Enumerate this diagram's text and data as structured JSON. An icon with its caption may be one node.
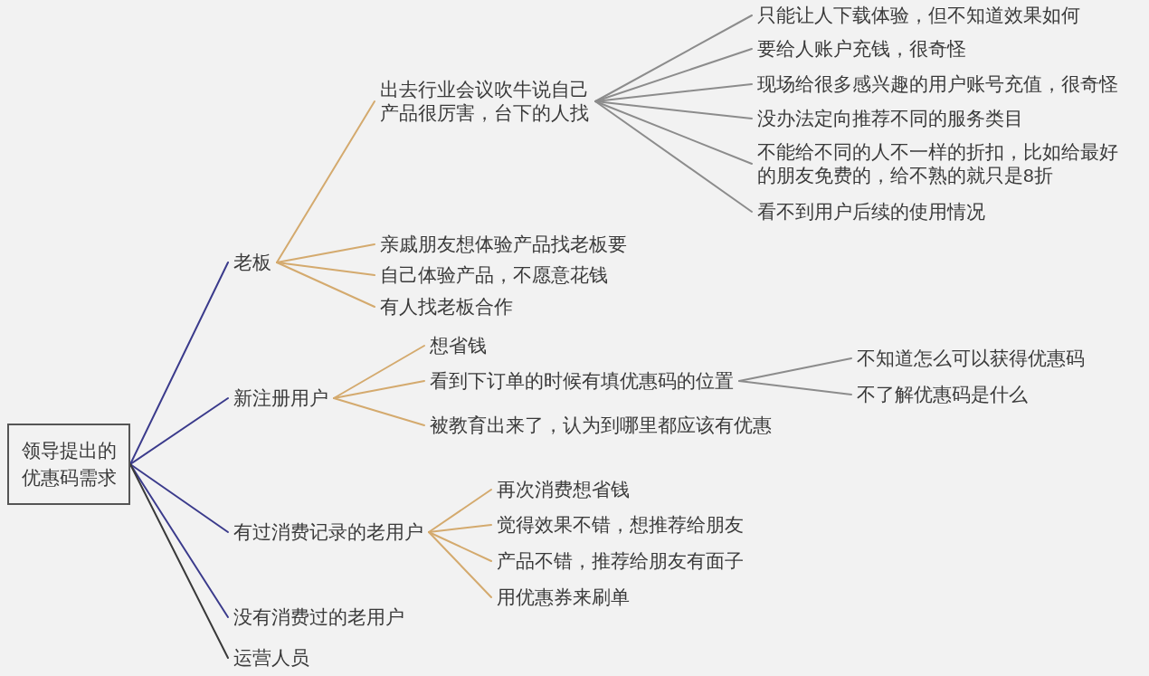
{
  "diagram": {
    "nodes": [
      {
        "text": [
          "领导提出的优惠码需求"
        ]
      },
      {
        "text": [
          "老板"
        ]
      },
      {
        "text": [
          "出去行业会议吹牛说自己产品很厉害，台下的人找"
        ]
      },
      {
        "text": [
          "只能让人下载体验，但不知道效果如何"
        ]
      },
      {
        "text": [
          "要给人账户充钱，很奇怪"
        ]
      },
      {
        "text": [
          "现场给很多感兴趣的用户账号充值，很奇怪"
        ]
      },
      {
        "text": [
          "没办法定向推荐不同的服务类目"
        ]
      },
      {
        "text": [
          "不能给不同的人不一样的折扣，比如给最好的朋友免费的，给不熟的就只是8折"
        ]
      },
      {
        "text": [
          "看不到用户后续的使用情况"
        ]
      },
      {
        "text": [
          "亲戚朋友想体验产品找老板要"
        ]
      },
      {
        "text": [
          "自己体验产品，不愿意花钱"
        ]
      },
      {
        "text": [
          "有人找老板合作"
        ]
      },
      {
        "text": [
          "新注册用户"
        ]
      },
      {
        "text": [
          "想省钱"
        ]
      },
      {
        "text": [
          "看到下订单的时候有填优惠码的位置"
        ]
      },
      {
        "text": [
          "不知道怎么可以获得优惠码"
        ]
      },
      {
        "text": [
          "不了解优惠码是什么"
        ]
      },
      {
        "text": [
          "被教育出来了，认为到哪里都应该有优惠"
        ]
      },
      {
        "text": [
          "有过消费记录的老用户"
        ]
      },
      {
        "text": [
          "再次消费想省钱"
        ]
      },
      {
        "text": [
          "觉得效果不错，想推荐给朋友"
        ]
      },
      {
        "text": [
          "产品不错，推荐给朋友有面子"
        ]
      },
      {
        "text": [
          "用优惠券来刷单"
        ]
      },
      {
        "text": [
          "没有消费过的老用户"
        ]
      },
      {
        "text": [
          "运营人员"
        ]
      }
    ],
    "edges": [
      {
        "from": 0,
        "to": 1,
        "arrow": "none",
        "color": "#3b3b8c"
      },
      {
        "from": 0,
        "to": 12,
        "arrow": "none",
        "color": "#3b3b8c"
      },
      {
        "from": 0,
        "to": 18,
        "arrow": "none",
        "color": "#3b3b8c"
      },
      {
        "from": 0,
        "to": 23,
        "arrow": "none",
        "color": "#3b3b8c"
      },
      {
        "from": 0,
        "to": 24,
        "arrow": "none",
        "color": "#3a3a3a"
      },
      {
        "from": 1,
        "to": 2,
        "arrow": "none"
      },
      {
        "from": 1,
        "to": 9,
        "arrow": "none"
      },
      {
        "from": 1,
        "to": 10,
        "arrow": "none"
      },
      {
        "from": 1,
        "to": 11,
        "arrow": "none"
      },
      {
        "from": 2,
        "to": 3,
        "arrow": "none",
        "color": "#8c8c8c"
      },
      {
        "from": 2,
        "to": 4,
        "arrow": "none",
        "color": "#8c8c8c"
      },
      {
        "from": 2,
        "to": 5,
        "arrow": "none",
        "color": "#8c8c8c"
      },
      {
        "from": 2,
        "to": 6,
        "arrow": "none",
        "color": "#8c8c8c"
      },
      {
        "from": 2,
        "to": 7,
        "arrow": "none",
        "color": "#8c8c8c"
      },
      {
        "from": 2,
        "to": 8,
        "arrow": "none",
        "color": "#8c8c8c"
      },
      {
        "from": 12,
        "to": 13,
        "arrow": "none"
      },
      {
        "from": 12,
        "to": 14,
        "arrow": "none"
      },
      {
        "from": 12,
        "to": 17,
        "arrow": "none"
      },
      {
        "from": 14,
        "to": 15,
        "arrow": "none",
        "color": "#8c8c8c"
      },
      {
        "from": 14,
        "to": 16,
        "arrow": "none",
        "color": "#8c8c8c"
      },
      {
        "from": 18,
        "to": 19,
        "arrow": "none"
      },
      {
        "from": 18,
        "to": 20,
        "arrow": "none"
      },
      {
        "from": 18,
        "to": 21,
        "arrow": "none"
      },
      {
        "from": 18,
        "to": 22,
        "arrow": "none"
      }
    ]
  }
}
